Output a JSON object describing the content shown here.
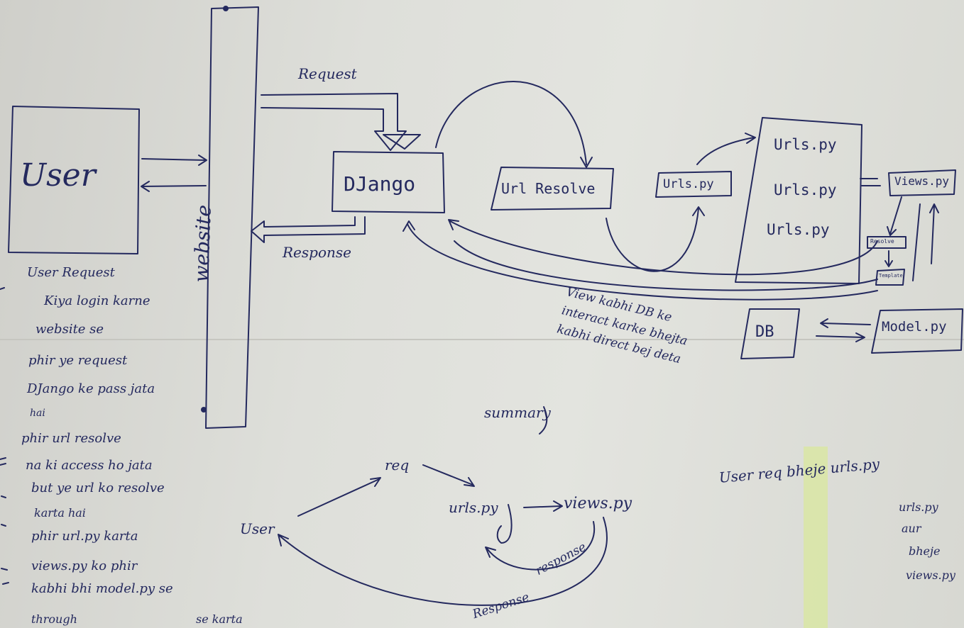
{
  "colors": {
    "ink": "#24295e",
    "paper": "#e1e2dd",
    "highlight": "#d6f078"
  },
  "boxes": {
    "user": "User",
    "website": "website",
    "django": "DJango",
    "url_resolver": "Url Resolve",
    "urls_py_small": "Urls.py",
    "urls_list": [
      "Urls.py",
      "Urls.py",
      "Urls.py"
    ],
    "views_py": "Views.py",
    "resolve_small": "Resolve",
    "template_small": "Template",
    "db": "DB",
    "model_py": "Model.py"
  },
  "arrows": {
    "request": "Request",
    "response": "Response"
  },
  "notes": {
    "left_steps": [
      "User Request",
      "Kiya login karne",
      "website se",
      "phir ye request",
      "DJango ke pass jata",
      "hai",
      "phir url resolve",
      "na ki access ho jata",
      "but ye url ko resolve",
      "karta hai",
      "phir url.py karta",
      "views.py ko phir",
      "kabhi bhi model.py se",
      "through"
    ],
    "left_tail": "se karta",
    "view_db": [
      "View kabhi DB ke",
      "interact karke bhejta",
      "kabhi direct bej deta"
    ]
  },
  "summary": {
    "title": "summary",
    "user": "User",
    "req": "req",
    "urls": "urls.py",
    "views": "views.py",
    "response_inner": "response",
    "response_outer": "Response"
  },
  "right_note": {
    "line1": "User req bheje urls.py",
    "line2_parts": [
      "urls.py",
      "aur",
      "bheje",
      "views.py"
    ]
  }
}
